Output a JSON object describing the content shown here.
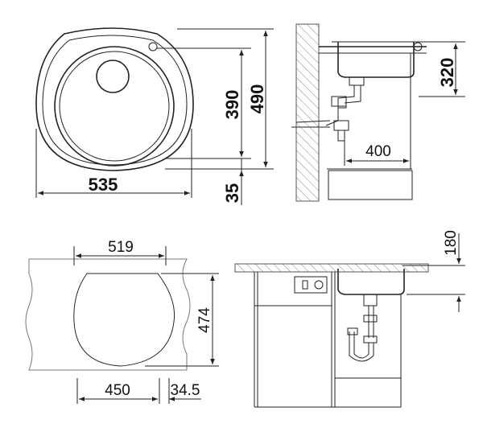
{
  "colors": {
    "line": "#222222",
    "light": "#777777",
    "hatch": "#999999",
    "background": "#ffffff"
  },
  "top_view": {
    "width_label": "535",
    "depth_label": "490",
    "bowl_label": "390",
    "rear_label": "35"
  },
  "wall_section": {
    "height_label": "320",
    "drain_label": "400"
  },
  "cutout_view": {
    "width_label": "519",
    "depth_label": "474",
    "center_label": "450",
    "offset_label": "34.5"
  },
  "cabinet_section": {
    "height_label": "180"
  }
}
